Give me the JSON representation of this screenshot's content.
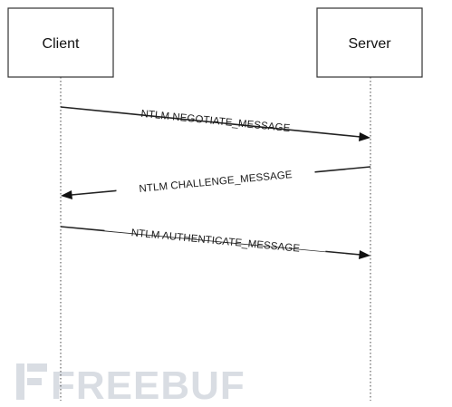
{
  "participants": {
    "client": {
      "label": "Client"
    },
    "server": {
      "label": "Server"
    }
  },
  "messages": [
    {
      "label": "NTLM NEGOTIATE_MESSAGE",
      "from": "Client",
      "to": "Server"
    },
    {
      "label": "NTLM CHALLENGE_MESSAGE",
      "from": "Server",
      "to": "Client"
    },
    {
      "label": "NTLM AUTHENTICATE_MESSAGE",
      "from": "Client",
      "to": "Server"
    }
  ],
  "watermark": {
    "text": "FREEBUF"
  }
}
